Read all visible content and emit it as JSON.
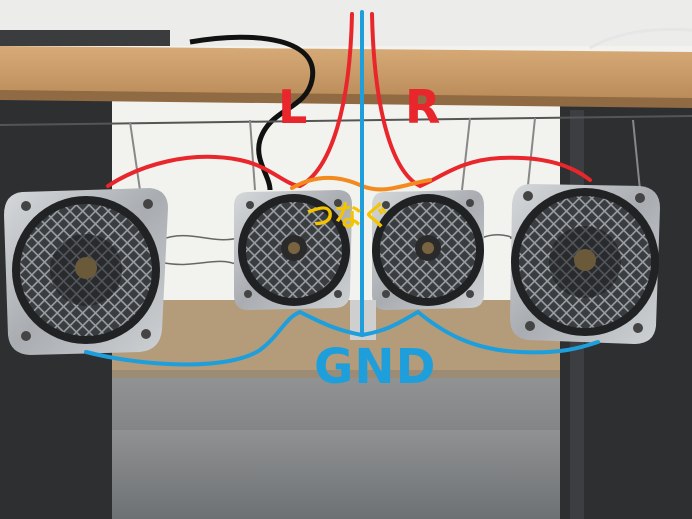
{
  "annotations": {
    "left_channel": "L",
    "right_channel": "R",
    "ground": "GND",
    "connect": "つなぐ"
  },
  "colors": {
    "left_right_wires": "#e8262c",
    "ground_wires": "#1e9fdc",
    "connect_wire": "#f28a1e",
    "connect_text": "#f5c400",
    "wall": "#f4f4f0",
    "shelf_wood": "#c89a66",
    "floor": "#8d8f90",
    "table_leg": "#2e2f31",
    "speaker_frame": "#b8bcc0"
  },
  "speakers": [
    {
      "name": "left-woofer"
    },
    {
      "name": "left-tweeter"
    },
    {
      "name": "right-tweeter"
    },
    {
      "name": "right-woofer"
    }
  ]
}
